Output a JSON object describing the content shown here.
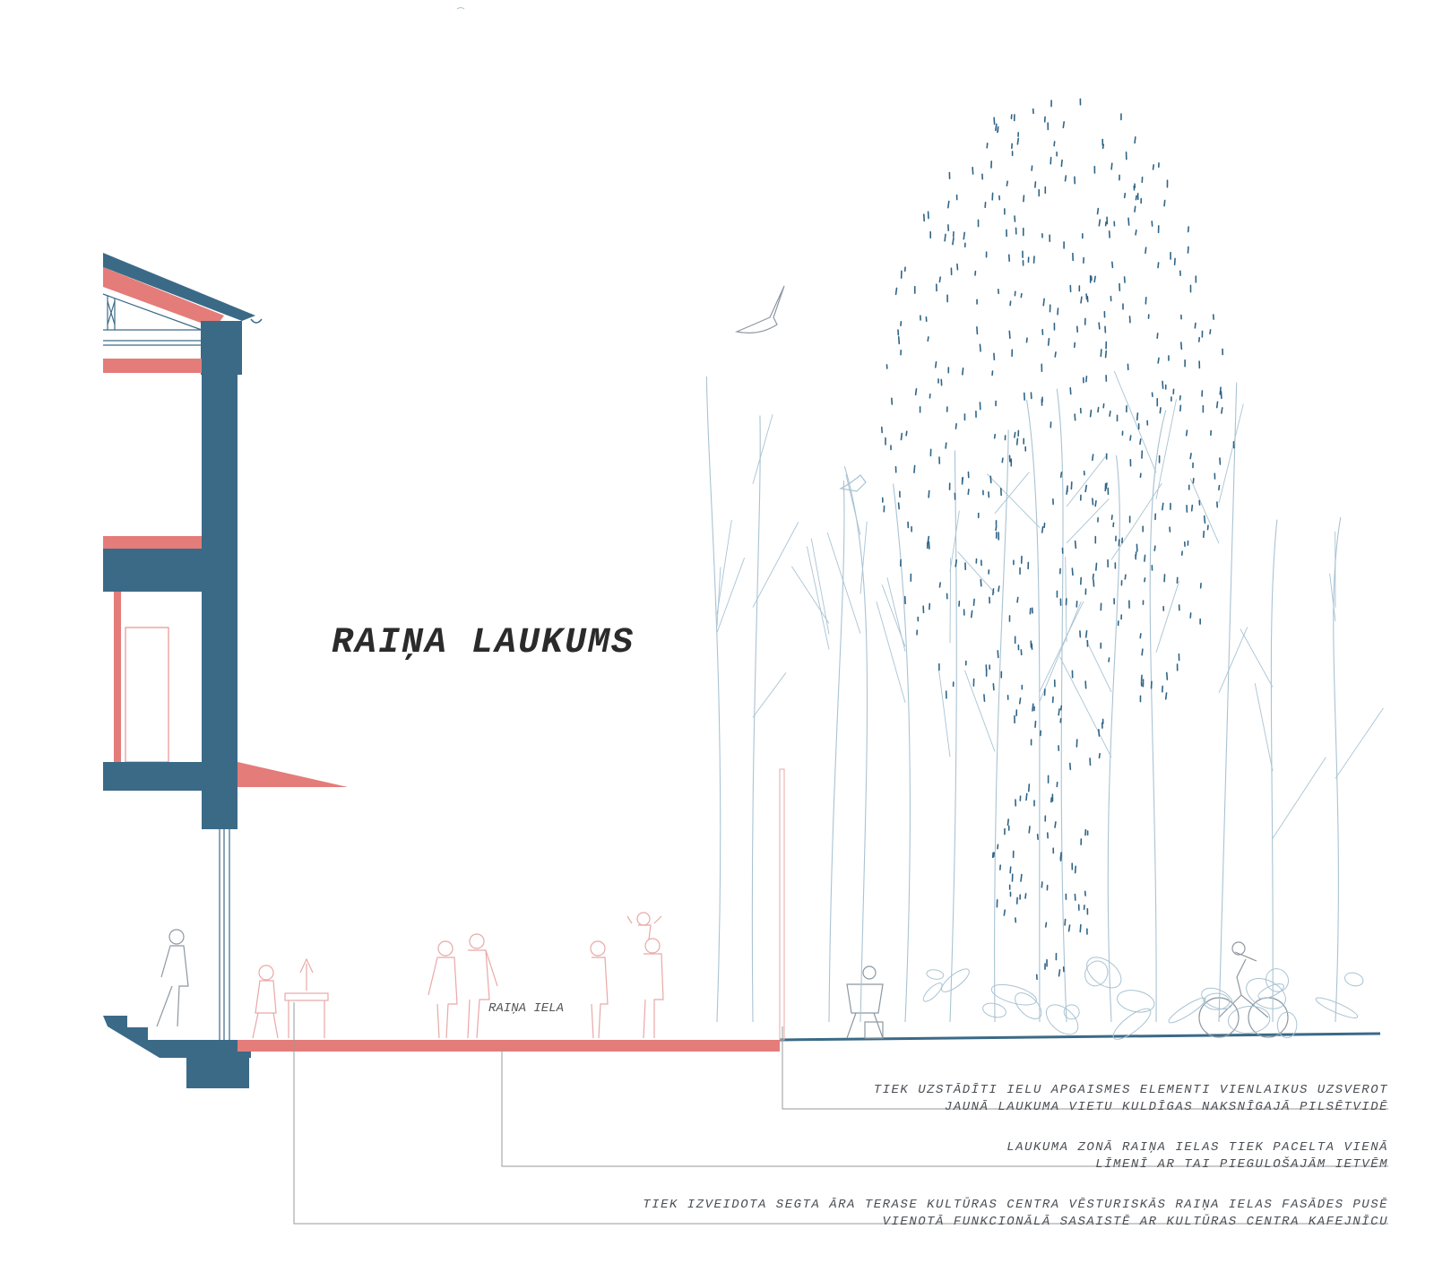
{
  "title": "RAIŅA LAUKUMS",
  "street_label": "RAIŅA IELA",
  "annotations": [
    {
      "line1": "TIEK UZSTĀDĪTI IELU APGAISMES ELEMENTI VIENLAIKUS UZSVEROT",
      "line2": "JAUNĀ LAUKUMA VIETU KULDĪGAS NAKSNĪGAJĀ PILSĒTVIDĒ"
    },
    {
      "line1": "LAUKUMA ZONĀ RAIŅA IELAS TIEK PACELTA VIENĀ",
      "line2": "LĪMENĪ AR TAI PIEGULOŠAJĀM IETVĒM"
    },
    {
      "line1": "TIEK IZVEIDOTA SEGTA ĀRA TERASE KULTŪRAS CENTRA VĒSTURISKĀS RAIŅA IELAS FASĀDES PUSĒ",
      "line2": "VIENOTĀ FUNKCIONĀLĀ SASAISTĒ AR KULTŪRAS CENTRA KAFEJNĪCU"
    }
  ],
  "colors": {
    "structure": "#3b6a87",
    "accent": "#e47c7a",
    "vegetation": "#a9c3d3",
    "foliage": "#2f6486",
    "leader": "#9a9a9a",
    "figure_outline": "#8d98a2",
    "figure_red": "#e9a8a6"
  }
}
